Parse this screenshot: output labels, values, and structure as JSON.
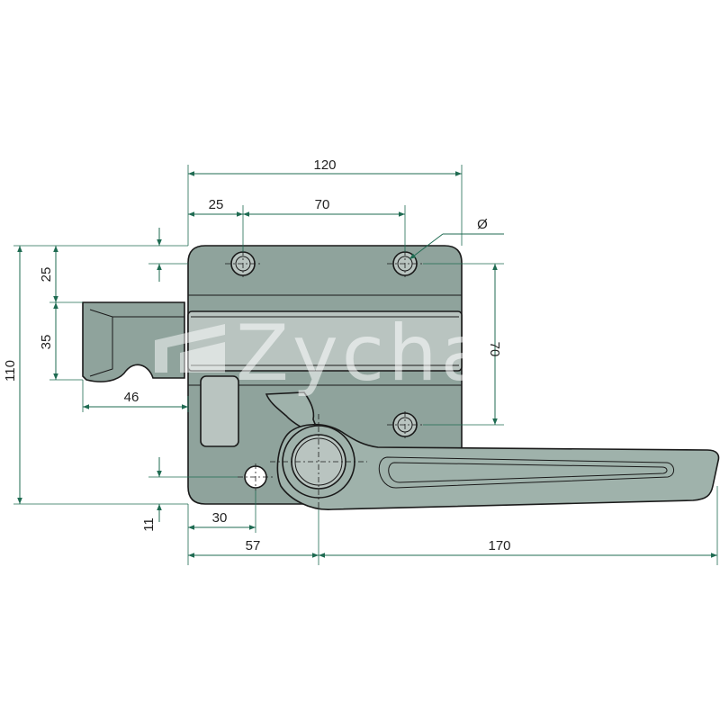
{
  "colors": {
    "body_fill": "#8fa39c",
    "bolt_fill": "#b9c4c0",
    "handle_fill": "#9fb2ab",
    "dimension_line": "#1f6b52",
    "outline": "#1a1a1a"
  },
  "dimensions": {
    "overall_width": "120",
    "hole_offset": "25",
    "hole_spacing": "70",
    "hole_diameter": "Ø",
    "top_offset": "25",
    "bolt_height": "35",
    "overall_height": "110",
    "bolt_projection": "46",
    "vertical_hole_spacing": "70",
    "lower_hole_offset": "11",
    "lower_hole_x": "30",
    "pivot_x": "57",
    "handle_length": "170"
  },
  "watermark": {
    "text": "Zychar"
  }
}
